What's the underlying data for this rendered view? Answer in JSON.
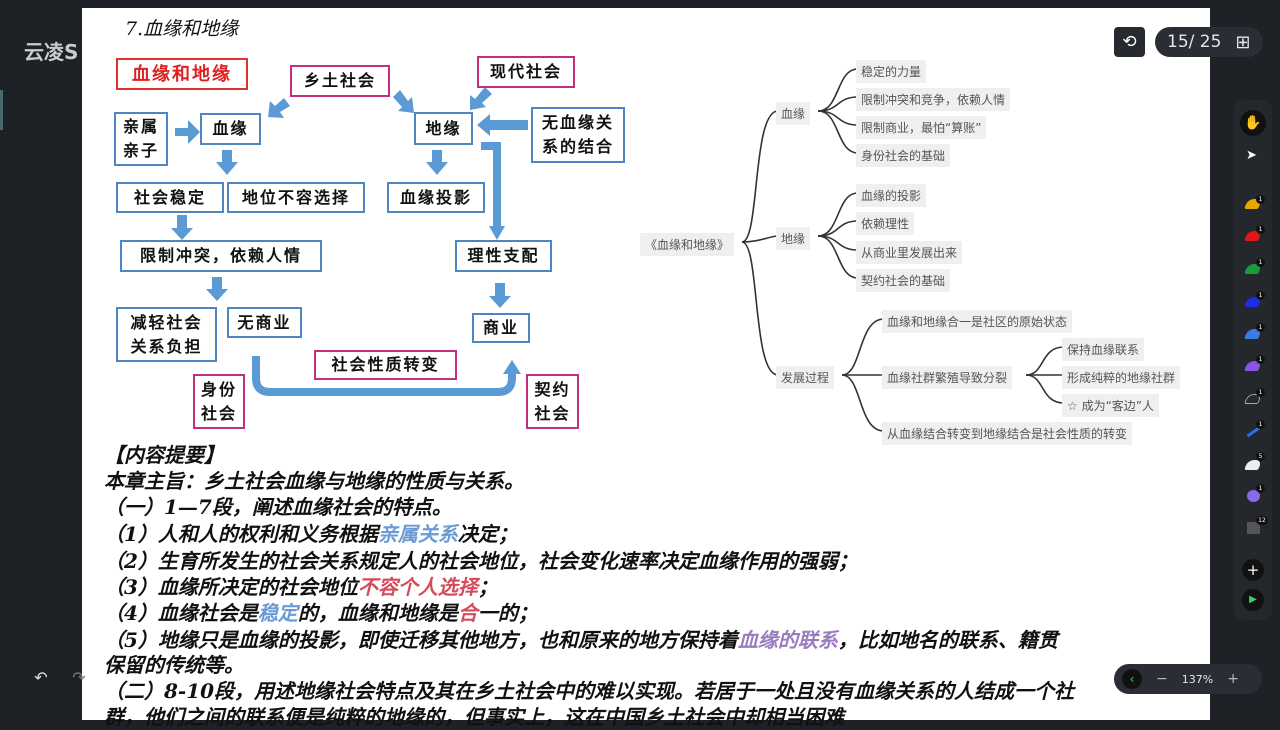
{
  "app": {
    "brand": "云凌S"
  },
  "viewer": {
    "page_counter": "15/ 25",
    "zoom": "137%"
  },
  "diagram": {
    "title": "7.血缘和地缘",
    "boxes": {
      "main": "血缘和地缘",
      "xiangtu": "乡土社会",
      "modern": "现代社会",
      "kin": "亲属\n亲子",
      "xueyuan": "血缘",
      "diyuan": "地缘",
      "nonkin": "无血缘关\n系的结合",
      "stable": "社会稳定",
      "status": "地位不容选择",
      "projection": "血缘投影",
      "limit": "限制冲突，依赖人情",
      "rational": "理性支配",
      "relieve": "减轻社会\n关系负担",
      "nocommerce": "无商业",
      "commerce": "商业",
      "transform": "社会性质转变",
      "status_society": "身份\n社会",
      "contract_society": "契约\n社会"
    }
  },
  "mindmap": {
    "root": "《血缘和地缘》",
    "branches": [
      {
        "label": "血缘",
        "children": [
          "稳定的力量",
          "限制冲突和竞争，依赖人情",
          "限制商业，最怕“算账”",
          "身份社会的基础"
        ]
      },
      {
        "label": "地缘",
        "children": [
          "血缘的投影",
          "依赖理性",
          "从商业里发展出来",
          "契约社会的基础"
        ]
      },
      {
        "label": "发展过程",
        "children": [
          "血缘和地缘合一是社区的原始状态",
          "血缘社群繁殖导致分裂",
          "从血缘结合转变到地缘结合是社会性质的转变"
        ],
        "sub": [
          "保持血缘联系",
          "形成纯粹的地缘社群",
          "☆ 成为“客边”人"
        ]
      }
    ]
  },
  "text": {
    "heading": "【内容提要】",
    "l1": "本章主旨：乡土社会血缘与地缘的性质与关系。",
    "l2": "（一）1—7段，阐述血缘社会的特点。",
    "l3a": "（1）人和人的权利和义务根据",
    "l3b": "亲属关系",
    "l3c": "决定；",
    "l4": "（2）生育所发生的社会关系规定人的社会地位，社会变化速率决定血缘作用的强弱；",
    "l5a": "（3）血缘所决定的社会地位",
    "l5b": "不容个人选择",
    "l5c": "；",
    "l6a": "（4）血缘社会是",
    "l6b": "稳定",
    "l6c": "的，血缘和地缘是",
    "l6d": "合",
    "l6e": "一的；",
    "l7a": "（5）地缘只是血缘的投影，即使迁移其他地方，也和原来的地方保持着",
    "l7b": "血缘的联系",
    "l7c": "，比如地名的联系、籍贯",
    "l8": "保留的传统等。",
    "l9": "（二）8-10段，用述地缘社会特点及其在乡土社会中的难以实现。若居于一处且没有血缘关系的人结成一个社",
    "l10": "群，他们之间的联系便是纯粹的地缘的，但事实上，这在中国乡土社会中却相当困难"
  },
  "toolbar": {
    "badges": [
      "1",
      "1",
      "1",
      "1",
      "1",
      "1",
      "1",
      "1",
      "5",
      "1",
      "12"
    ]
  },
  "colors": {
    "arrow": "#5b9bd5",
    "box_border": "#4f86c2",
    "pink_border": "#c0307f"
  }
}
